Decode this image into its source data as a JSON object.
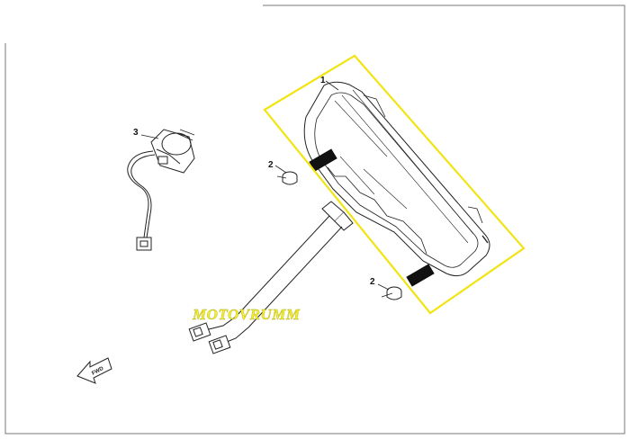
{
  "diagram": {
    "callouts": [
      {
        "id": "1",
        "label": "1"
      },
      {
        "id": "2a",
        "label": "2"
      },
      {
        "id": "2b",
        "label": "2"
      },
      {
        "id": "3",
        "label": "3"
      }
    ],
    "watermark": "MOTOVRUMM",
    "direction_arrow": "FWD",
    "colors": {
      "highlight": "#f2e414",
      "line": "#222222",
      "border": "#555555"
    }
  }
}
